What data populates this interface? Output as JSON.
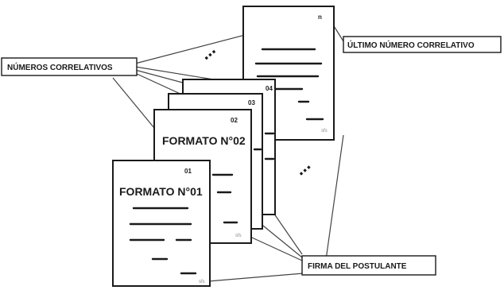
{
  "labels": {
    "correlative_numbers": "NÚMEROS CORRELATIVOS",
    "last_correlative": "ÚLTIMO NÚMERO CORRELATIVO",
    "applicant_signature": "FIRMA DEL POSTULANTE"
  },
  "pages": [
    {
      "number": "01",
      "title": "FORMATO N°01"
    },
    {
      "number": "02",
      "title": "FORMATO N°02"
    },
    {
      "number": "03",
      "title": ""
    },
    {
      "number": "04",
      "title": ""
    },
    {
      "number": "n",
      "title": ""
    }
  ],
  "ellipsis_glyph": "..."
}
